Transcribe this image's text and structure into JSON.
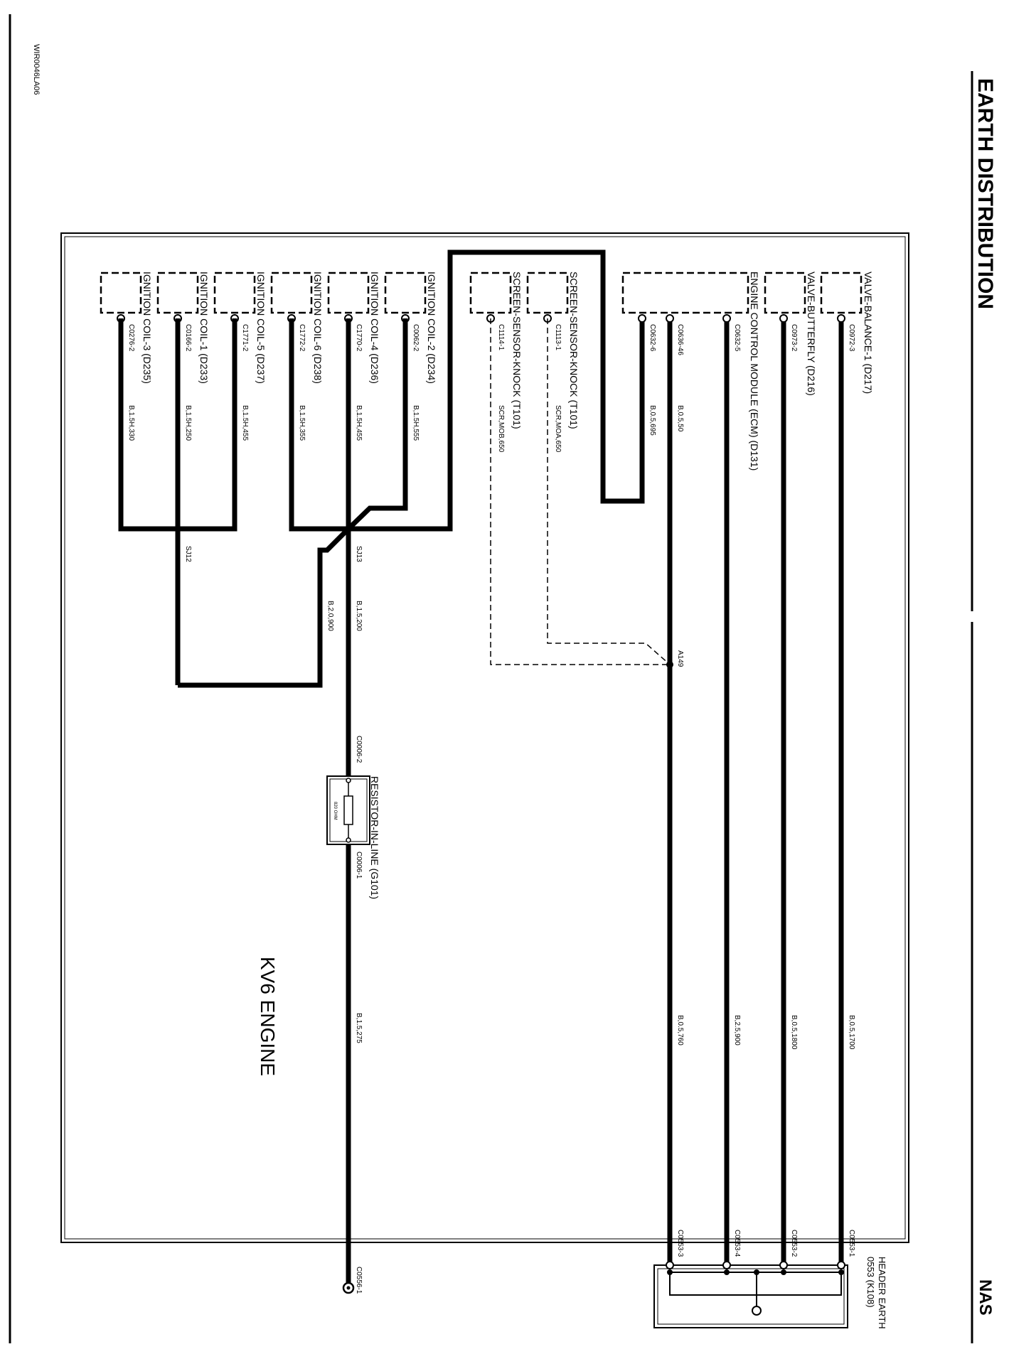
{
  "page": {
    "title": "EARTH DISTRIBUTION",
    "region": "NAS",
    "doc_ref": "WIR0046LA06",
    "engine_label": "KV6 ENGINE"
  },
  "components": {
    "valve_balance": "VALVE-BALANCE-1 (D217)",
    "valve_butterfly": "VALVE-BUTTERFLY (D216)",
    "ecm": "ENGINE CONTROL MODULE (ECM) (D131)",
    "knock_1": "SCREEN-SENSOR-KNOCK (T101)",
    "knock_2": "SCREEN-SENSOR-KNOCK (T101)",
    "coil_2": "IGNITION COIL-2 (D234)",
    "coil_4": "IGNITION COIL-4 (D236)",
    "coil_6": "IGNITION COIL-6 (D238)",
    "coil_5": "IGNITION COIL-5 (D237)",
    "coil_1": "IGNITION COIL-1 (D233)",
    "coil_3": "IGNITION COIL-3 (D235)",
    "resistor": "RESISTOR-IN-LINE (G101)",
    "resistor_value": "820 OHM",
    "header_earth": "HEADER EARTH",
    "header_earth_code": "0553 (K108)"
  },
  "connectors": {
    "c0972_3": "C0972-3",
    "c0973_2": "C0973-2",
    "c0632_5": "C0632-5",
    "c0636_46": "C0636-46",
    "c0632_6": "C0632-6",
    "c1113_1": "C1113-1",
    "c1114_1": "C1114-1",
    "c0062_2": "C0062-2",
    "c1770_2": "C1770-2",
    "c1772_2": "C1772-2",
    "c1771_2": "C1771-2",
    "c0166_2": "C0166-2",
    "c0276_2": "C0276-2",
    "c0553_1": "C0553-1",
    "c0553_2": "C0553-2",
    "c0553_4": "C0553-4",
    "c0553_3": "C0553-3",
    "c0006_2": "C0006-2",
    "c0006_1": "C0006-1",
    "c0556_1": "C0556-1"
  },
  "wires": {
    "w_b05_1700": "B,0.5,1700",
    "w_b05_1800": "B,0.5,1800",
    "w_b25_900": "B,2.5,900",
    "w_b05_760": "B,0.5,760",
    "w_b05_50": "B,0.5,50",
    "w_b05_695": "B,0.5,695",
    "w_scrmoa_650": "SCR,MOA,650",
    "w_scrmob_650": "SCR,MOB,650",
    "w_b15h_555": "B,1.5H,555",
    "w_b15h_455a": "B,1.5H,455",
    "w_b15h_355": "B,1.5H,355",
    "w_b15h_455b": "B,1.5H,455",
    "w_b15h_250": "B,1.5H,250",
    "w_b15h_330": "B,1.5H,330",
    "w_b15_5200": "B,1.5,200",
    "w_b20_900": "B,2.0,900",
    "w_b15_275": "B,1.5,275"
  },
  "splices": {
    "sj13": "SJ13",
    "sj12": "SJ12",
    "a149": "A149"
  }
}
